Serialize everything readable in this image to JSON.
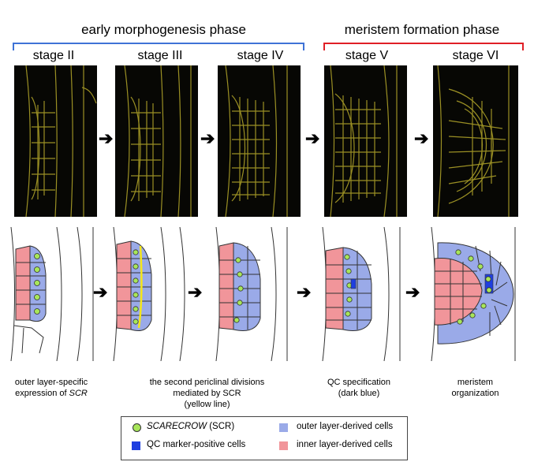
{
  "phases": {
    "early": {
      "label": "early morphogenesis phase",
      "color": "#3f73d6"
    },
    "meristem": {
      "label": "meristem formation phase",
      "color": "#e01f26"
    }
  },
  "stages": [
    "stage II",
    "stage III",
    "stage IV",
    "stage V",
    "stage VI"
  ],
  "captions": {
    "c1": {
      "text": "outer layer-specific",
      "line2_prefix": "expression of ",
      "line2_em": "SCR"
    },
    "c2": {
      "line1": "the second periclinal divisions",
      "line2": "mediated by SCR",
      "line3": "(yellow line)"
    },
    "c3": {
      "line1": "QC specification",
      "line2": "(dark blue)"
    },
    "c4": {
      "line1": "meristem",
      "line2": "organization"
    }
  },
  "legend": {
    "scr_em": "SCARECROW",
    "scr_rest": " (SCR)",
    "qc": "QC marker-positive  cells",
    "outer": "outer layer-derived  cells",
    "inner": "inner layer-derived  cells"
  },
  "colors": {
    "scr": "#a8e65a",
    "qc": "#1f3fe0",
    "outer": "#9aaae8",
    "inner": "#f1959a",
    "micro_line": "#b5a82a"
  },
  "arrow_glyph": "➔"
}
